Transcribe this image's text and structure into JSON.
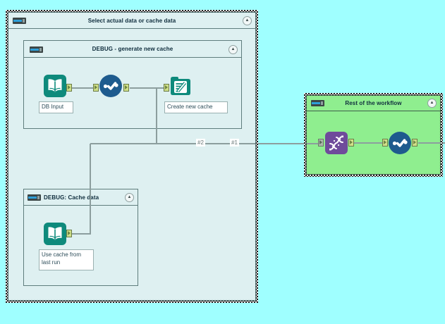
{
  "app": "workflow-canvas",
  "colors": {
    "canvas_bg": "#9FFFFF",
    "container_fill": "#DEF0F1",
    "green_container_fill": "#8FEE8F",
    "teal_node": "#0E8A7C",
    "blue_node": "#1E5B8E",
    "purple_node": "#6F4B9B",
    "port_fill": "#CFE089",
    "connection_line": "#8C9E9E"
  },
  "containers": {
    "outer": {
      "title": "Select actual data or cache data",
      "collapse_icon": "▲",
      "selected": true
    },
    "gen": {
      "title": "DEBUG - generate new cache",
      "collapse_icon": "▲",
      "selected": false
    },
    "cache": {
      "title": "DEBUG: Cache data",
      "collapse_icon": "▲",
      "selected": false
    },
    "rest": {
      "title": "Rest of the workflow",
      "collapse_icon": "▲",
      "selected": true
    }
  },
  "nodes": {
    "db_input": {
      "label": "DB Input",
      "icon": "book-input-icon"
    },
    "check_tool_1": {
      "icon": "circle-check-icon"
    },
    "create_cache": {
      "label": "Create new cache",
      "icon": "write-file-icon"
    },
    "use_cache": {
      "label_line1": "Use cache from",
      "label_line2": "last run",
      "icon": "book-input-icon"
    },
    "dna_tool": {
      "icon": "dna-icon"
    },
    "check_tool_2": {
      "icon": "circle-check-icon"
    }
  },
  "connection_labels": {
    "first": "#1",
    "second": "#2"
  }
}
